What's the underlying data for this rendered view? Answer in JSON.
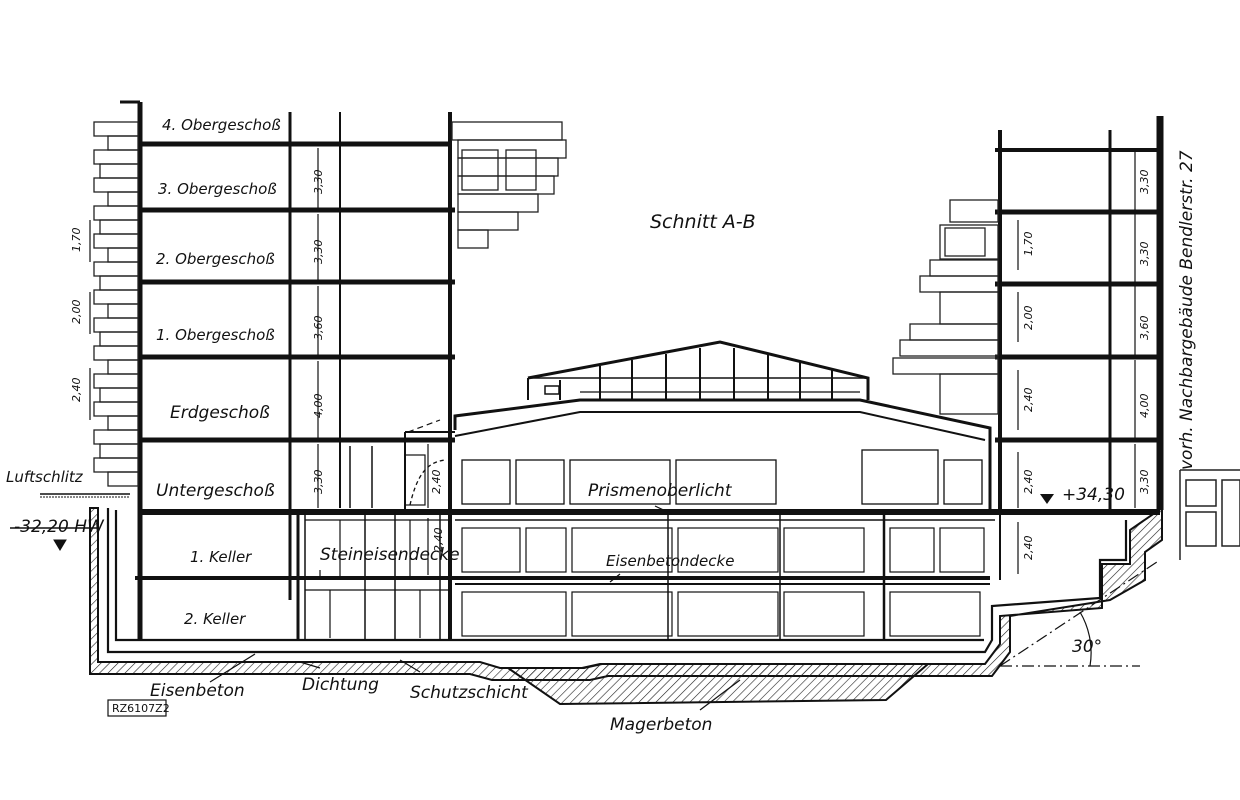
{
  "section_title": "Schnitt A-B",
  "floors": {
    "og4": "4. Obergeschoß",
    "og3": "3. Obergeschoß",
    "og2": "2. Obergeschoß",
    "og1": "1. Obergeschoß",
    "eg": "Erdgeschoß",
    "ug": "Untergeschoß",
    "k1": "1. Keller",
    "k2": "2. Keller"
  },
  "labels": {
    "luftschlitz": "Luftschlitz",
    "hw": "-32,20 HW",
    "prismenoberlicht": "Prismenoberlicht",
    "steineisendecke": "Steineisendecke",
    "eisenbetondecke": "Eisenbetondecke",
    "eisenbeton": "Eisenbeton",
    "dichtung": "Dichtung",
    "schutzschicht": "Schutzschicht",
    "magerbeton": "Magerbeton",
    "level": "+34,30",
    "angle": "30°",
    "neighbour": "vorh. Nachbargebäude Bendlerstr. 27",
    "stamp": "RZ6107Z2"
  },
  "dims": {
    "h330": "3,30",
    "h360": "3,60",
    "h400": "4,00",
    "h240": "2,40",
    "h200": "2,00",
    "h170": "1,70"
  },
  "colors": {
    "ink": "#111111",
    "hatch": "#222222",
    "paper": "#ffffff"
  }
}
